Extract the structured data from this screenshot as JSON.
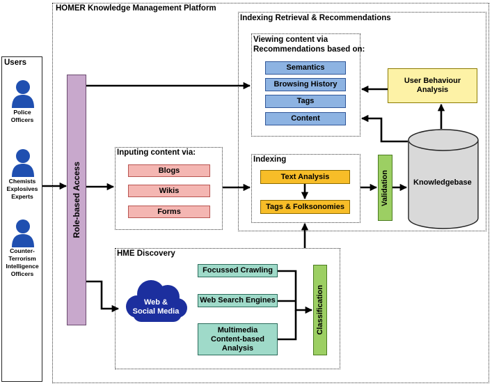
{
  "platform_title": "HOMER Knowledge Management Platform",
  "users": {
    "title": "Users",
    "items": [
      {
        "label_lines": [
          "Police",
          "Officers"
        ]
      },
      {
        "label_lines": [
          "Chemists",
          "Explosives",
          "Experts"
        ]
      },
      {
        "label_lines": [
          "Counter-",
          "Terrorism",
          "Intelligence",
          "Officers"
        ]
      }
    ]
  },
  "role_based_access": "Role-based Access",
  "inputing": {
    "title": "Inputing content via:",
    "items": [
      "Blogs",
      "Wikis",
      "Forms"
    ]
  },
  "irr": {
    "title": "Indexing Retrieval & Recommendations",
    "viewing": {
      "title_line1": "Viewing content via",
      "title_line2": "Recommendations based on:",
      "items": [
        "Semantics",
        "Browsing History",
        "Tags",
        "Content"
      ]
    },
    "indexing": {
      "title": "Indexing",
      "text_analysis": "Text Analysis",
      "tags_folksonomies": "Tags & Folksonomies"
    },
    "user_behaviour": {
      "line1": "User Behaviour",
      "line2": "Analysis"
    },
    "validation": "Validation",
    "knowledgebase": "Knowledgebase"
  },
  "hme": {
    "title": "HME Discovery",
    "web_social": {
      "line1": "Web &",
      "line2": "Social Media"
    },
    "focussed_crawling": "Focussed Crawling",
    "web_search_engines": "Web Search Engines",
    "multimedia": {
      "line1": "Multimedia",
      "line2": "Content-based",
      "line3": "Analysis"
    },
    "classification": "Classification"
  },
  "colors": {
    "blue_box": "#8db3e2",
    "pink_box": "#f4b6b2",
    "orange_box": "#f7bd28",
    "yellow_box": "#fdf2a6",
    "teal_box": "#9fdac9",
    "green_box": "#9ccf63",
    "purple_box": "#c8a8cc",
    "user_icon": "#1f4fb0",
    "cloud": "#1c2f9e",
    "knowledgebase": "#d9d9d9"
  }
}
